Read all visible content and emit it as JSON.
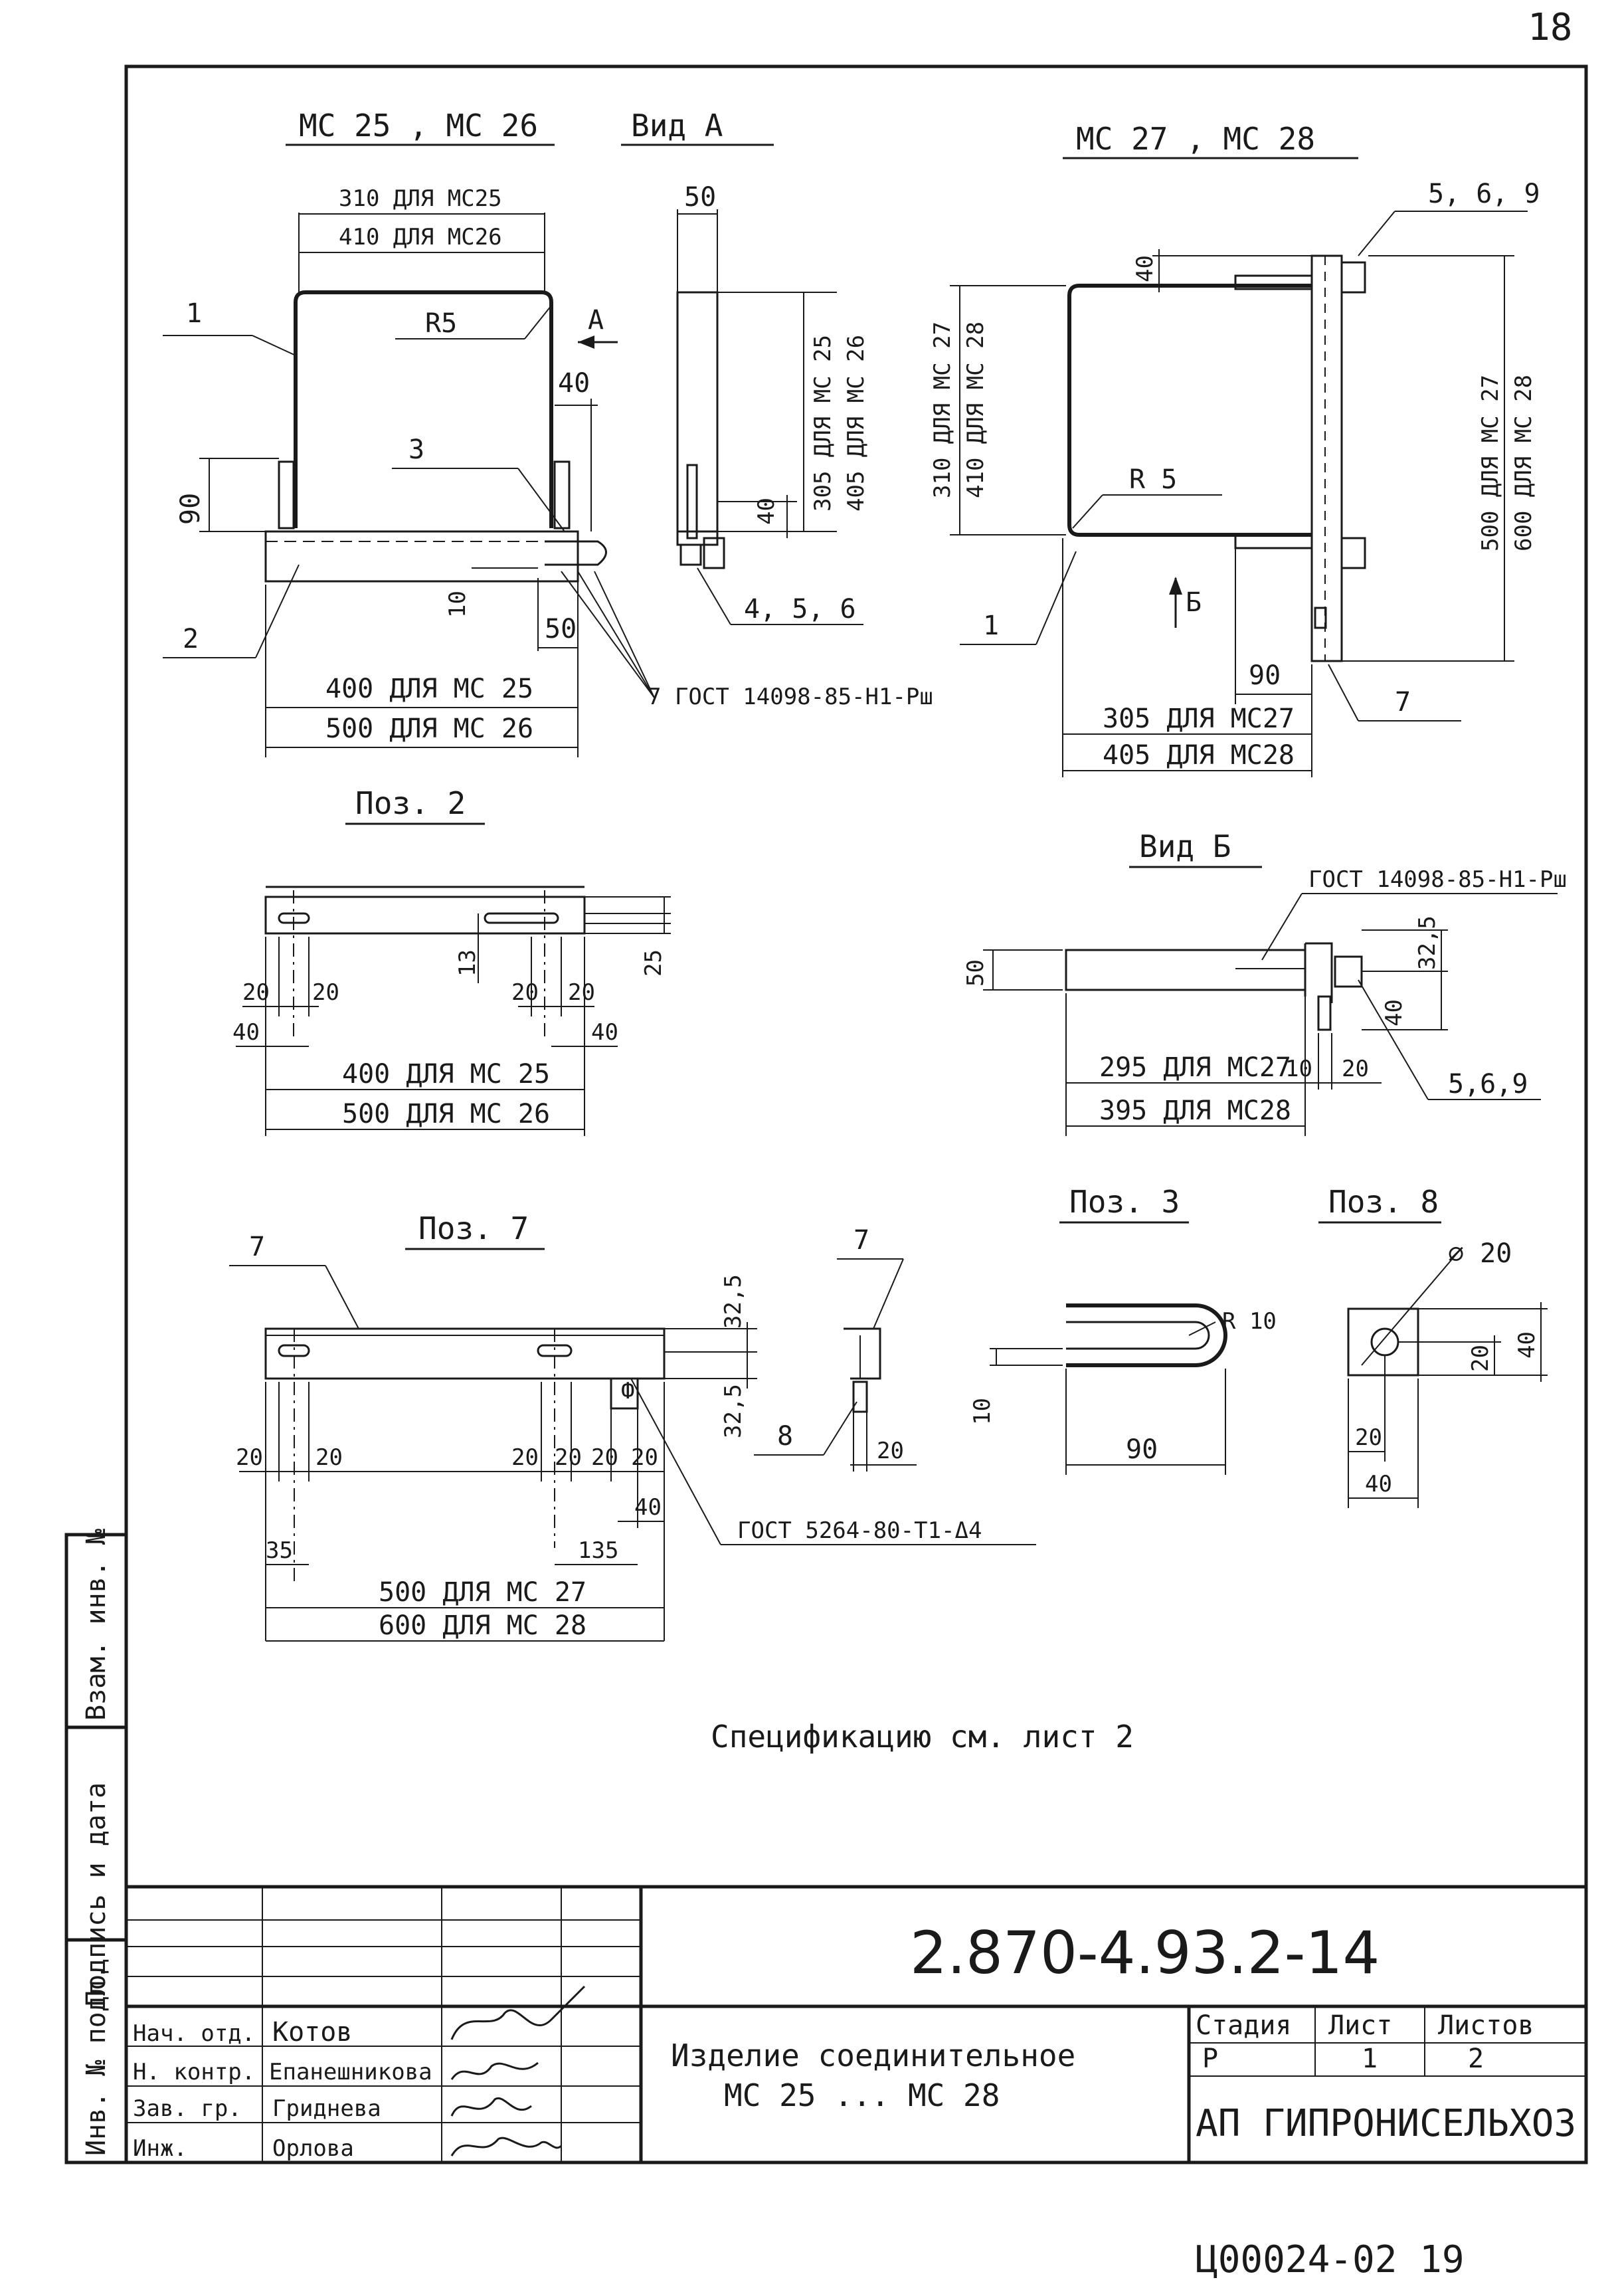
{
  "sheet_number": "18",
  "footer_code": "Ц00024-02 19",
  "views": {
    "ms25_ms26": {
      "title": "МС 25 , МС 26",
      "dim_310": "310 ДЛЯ МС25",
      "dim_410": "410 ДЛЯ МС26",
      "r5": "R5",
      "arrow_a": "А",
      "dim_40": "40",
      "dim_90": "90",
      "dim_10": "10",
      "dim_50": "50",
      "pos1": "1",
      "pos2": "2",
      "pos3": "3",
      "dim_400": "400 ДЛЯ МС 25",
      "dim_500": "500 ДЛЯ МС 26",
      "gost_note": "7 ГОСТ 14098-85-Н1-Рш"
    },
    "view_a": {
      "title": "Вид А",
      "dim_50": "50",
      "dim_305": "305 ДЛЯ МС 25",
      "dim_405": "405 ДЛЯ МС 26",
      "dim_40": "40",
      "callout": "4, 5, 6"
    },
    "ms27_ms28": {
      "title": "МС 27 , МС 28",
      "callout_569": "5, 6, 9",
      "dim_40": "40",
      "dim_310": "310 ДЛЯ МС 27",
      "dim_410": "410 ДЛЯ МС 28",
      "dim_500": "500 ДЛЯ МС 27",
      "dim_600": "600 ДЛЯ МС 28",
      "r5": "R 5",
      "arrow_b": "Б",
      "pos1": "1",
      "pos7": "7",
      "dim_90": "90",
      "dim_305": "305 ДЛЯ МС27",
      "dim_405": "405 ДЛЯ МС28"
    },
    "view_b": {
      "title": "Вид Б",
      "gost_note": "ГОСТ 14098-85-Н1-Рш",
      "dim_50": "50",
      "dim_325": "32,5",
      "dim_40": "40",
      "dim_295": "295 ДЛЯ МС27",
      "dim_395": "395 ДЛЯ МС28",
      "dim_10": "10",
      "dim_20": "20",
      "callout": "5,6,9"
    },
    "poz2": {
      "title": "Поз. 2",
      "d20a": "20",
      "d20b": "20",
      "d20c": "20",
      "d20d": "20",
      "d40a": "40",
      "d40b": "40",
      "d13": "13",
      "d25": "25",
      "dim_400": "400 ДЛЯ МС 25",
      "dim_500": "500 ДЛЯ МС 26"
    },
    "poz7": {
      "title": "Поз. 7",
      "pos7a": "7",
      "pos7b": "7",
      "pos8": "8",
      "d325a": "32,5",
      "d325b": "32,5",
      "d20a": "20",
      "d20b": "20",
      "d20c": "20",
      "d20d": "20",
      "d20e": "20",
      "d20f": "20",
      "d20g": "20",
      "d40": "40",
      "d35": "35",
      "d135": "135",
      "dim_500": "500 ДЛЯ МС 27",
      "dim_600": "600 ДЛЯ МС 28",
      "gost_note": "ГОСТ 5264-80-Т1-Δ4"
    },
    "poz3": {
      "title": "Поз. 3",
      "r10": "R 10",
      "d10": "10",
      "d90": "90"
    },
    "poz8": {
      "title": "Поз. 8",
      "dia20": "⌀ 20",
      "d20a": "20",
      "d40a": "40",
      "d20b": "20",
      "d40b": "40"
    }
  },
  "spec_note": "Спецификацию см. лист 2",
  "title_block": {
    "doc_code": "2.870-4.93.2-14",
    "product_name_1": "Изделие соединительное",
    "product_name_2": "МС 25 ... МС 28",
    "stage_label": "Стадия",
    "sheet_label": "Лист",
    "sheets_label": "Листов",
    "stage": "Р",
    "sheet": "1",
    "sheets": "2",
    "organization": "АП ГИПРОНИСЕЛЬХОЗ",
    "roles": [
      {
        "role": "Нач. отд.",
        "name": "Котов"
      },
      {
        "role": "Н. контр.",
        "name": "Епанешникова"
      },
      {
        "role": "Зав. гр.",
        "name": "Гриднева"
      },
      {
        "role": "Инж.",
        "name": "Орлова"
      }
    ]
  },
  "side_stamps": {
    "inv_orig": "Инв. № подл.",
    "sign_date": "Подпись и дата",
    "inv_replace": "Взам. инв. №"
  }
}
